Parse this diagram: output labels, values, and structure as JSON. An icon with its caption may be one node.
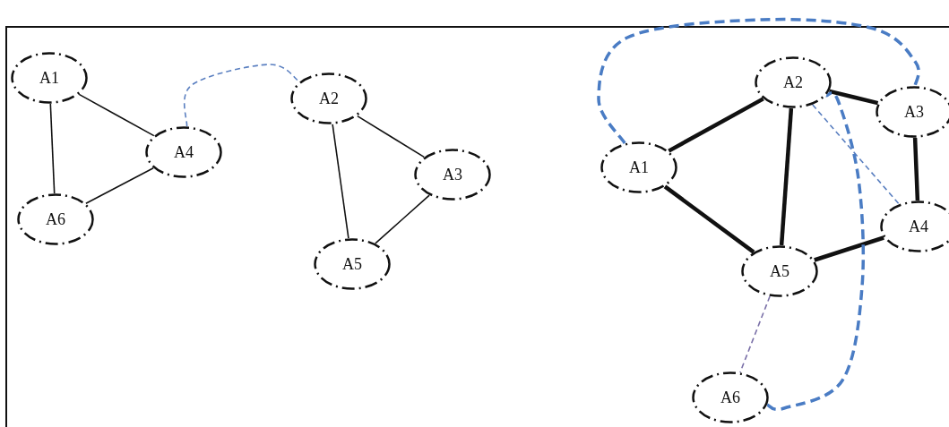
{
  "diagram": {
    "nodes": [
      {
        "text": [
          "A1"
        ]
      },
      {
        "text": [
          "A4"
        ]
      },
      {
        "text": [
          "A6"
        ]
      },
      {
        "text": [
          "A2"
        ]
      },
      {
        "text": [
          "A3"
        ]
      },
      {
        "text": [
          "A5"
        ]
      },
      {
        "text": [
          "A1"
        ]
      },
      {
        "text": [
          "A2"
        ]
      },
      {
        "text": [
          "A3"
        ]
      },
      {
        "text": [
          "A4"
        ]
      },
      {
        "text": [
          "A5"
        ]
      },
      {
        "text": [
          "A6"
        ]
      }
    ],
    "edges": [
      {
        "from": 0,
        "to": 1,
        "arrow": "none"
      },
      {
        "from": 0,
        "to": 2,
        "arrow": "none"
      },
      {
        "from": 2,
        "to": 1,
        "arrow": "none"
      },
      {
        "from": 1,
        "to": 3,
        "arrow": "none",
        "style": "dashed",
        "color": "#5a7fc0"
      },
      {
        "from": 3,
        "to": 5,
        "arrow": "none"
      },
      {
        "from": 3,
        "to": 4,
        "arrow": "none"
      },
      {
        "from": 4,
        "to": 5,
        "arrow": "none"
      },
      {
        "from": 6,
        "to": 7,
        "arrow": "none",
        "style": "thick"
      },
      {
        "from": 6,
        "to": 10,
        "arrow": "none",
        "style": "thick"
      },
      {
        "from": 7,
        "to": 10,
        "arrow": "none",
        "style": "thick"
      },
      {
        "from": 7,
        "to": 8,
        "arrow": "none",
        "style": "thick"
      },
      {
        "from": 8,
        "to": 9,
        "arrow": "none",
        "style": "thick"
      },
      {
        "from": 10,
        "to": 9,
        "arrow": "none",
        "style": "thick"
      },
      {
        "from": 7,
        "to": 9,
        "arrow": "none",
        "style": "dashed",
        "color": "#5a7fc0"
      },
      {
        "from": 10,
        "to": 11,
        "arrow": "none",
        "style": "dashed",
        "color": "#7a70a8"
      },
      {
        "from": 6,
        "to": 8,
        "arrow": "none",
        "style": "dashed",
        "color": "#4a7cc4"
      },
      {
        "from": 11,
        "to": 7,
        "arrow": "none",
        "style": "dashed",
        "color": "#4a7cc4"
      }
    ]
  }
}
